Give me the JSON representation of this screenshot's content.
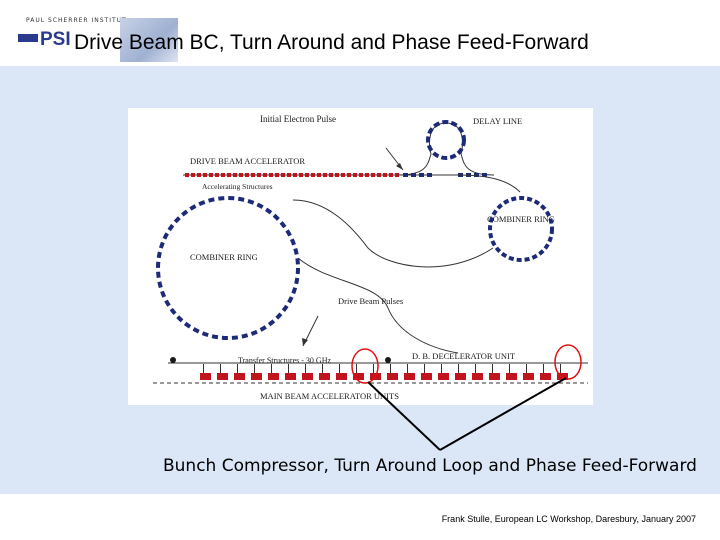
{
  "header": {
    "logo_text": "PAUL SCHERRER INSTITUT",
    "logo_letters": "PSI",
    "title": "Drive Beam BC, Turn Around and Phase Feed-Forward"
  },
  "diagram": {
    "labels": {
      "initial_pulse": "Initial Electron Pulse",
      "delay_line": "DELAY LINE",
      "drive_beam_accelerator": "DRIVE BEAM ACCELERATOR",
      "accelerating_structures": "Accelerating Structures",
      "combiner_ring_right": "COMBINER RING",
      "combiner_ring_left": "COMBINER RING",
      "drive_beam_pulses": "Drive Beam Pulses",
      "transfer_structures": "Transfer Structures - 30 GHz",
      "decelerator_unit": "D. B. DECELERATOR UNIT",
      "main_beam_units": "MAIN BEAM ACCELERATOR UNITS"
    }
  },
  "caption": "Bunch Compressor, Turn Around Loop and Phase Feed-Forward",
  "footer": "Frank Stulle, European LC Workshop, Daresbury, January 2007",
  "colors": {
    "background": "#dbe7f7",
    "ring_blue": "#1c2a78",
    "beam_red": "#c0141e",
    "highlight_circle": "#e01010"
  }
}
